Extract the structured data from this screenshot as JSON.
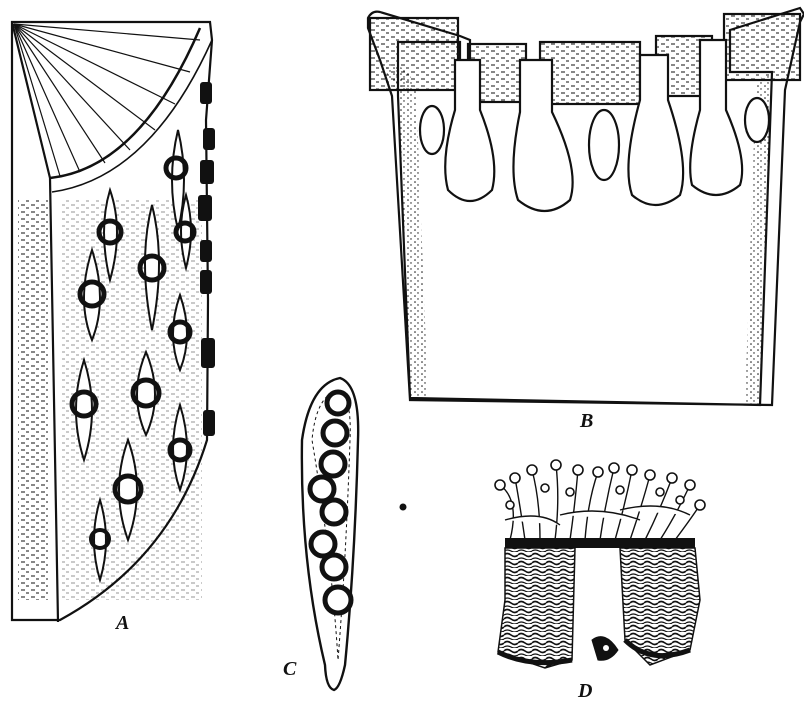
{
  "figure": {
    "panels": [
      {
        "id": "A",
        "label": "A"
      },
      {
        "id": "B",
        "label": "B"
      },
      {
        "id": "C",
        "label": "C"
      },
      {
        "id": "D",
        "label": "D"
      }
    ],
    "ink_color": "#111111",
    "paper_color": "#ffffff"
  }
}
